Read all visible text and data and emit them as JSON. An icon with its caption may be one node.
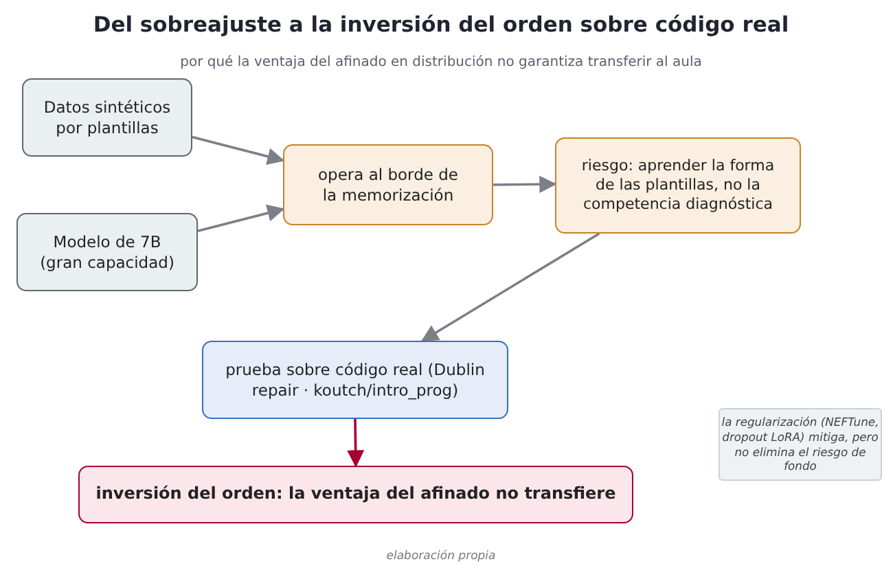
{
  "diagram": {
    "title": "Del sobreajuste a la inversión del orden sobre código real",
    "caption": "elaboración propia",
    "nodes": [
      {
        "text": [
          "Datos sintéticos por plantillas"
        ]
      },
      {
        "text": [
          "Modelo de 7B (gran capacidad)"
        ]
      },
      {
        "text": [
          "opera al borde de la memorización"
        ]
      },
      {
        "text": [
          "riesgo: aprender la forma de las plantillas, no la competencia diagnóstica"
        ]
      },
      {
        "text": [
          "prueba sobre código real (Dublin repair · koutch/intro_prog)"
        ]
      },
      {
        "text": [
          "inversión del orden: la ventaja del afinado no transfiere"
        ]
      },
      {
        "text": [
          "la regularización (NEFTune, dropout LoRA) mitiga, pero no elimina el riesgo de fondo"
        ]
      }
    ],
    "edges": [
      {
        "from": 0,
        "to": 2,
        "arrow": "to"
      },
      {
        "from": 1,
        "to": 2,
        "arrow": "to"
      },
      {
        "from": 2,
        "to": 3,
        "arrow": "to"
      },
      {
        "from": 3,
        "to": 4,
        "arrow": "to"
      },
      {
        "from": 4,
        "to": 5,
        "arrow": "to",
        "color": "#a50034"
      }
    ],
    "labels": [
      "por qué la ventaja del afinado en distribución no garantiza transferir al aula"
    ]
  }
}
